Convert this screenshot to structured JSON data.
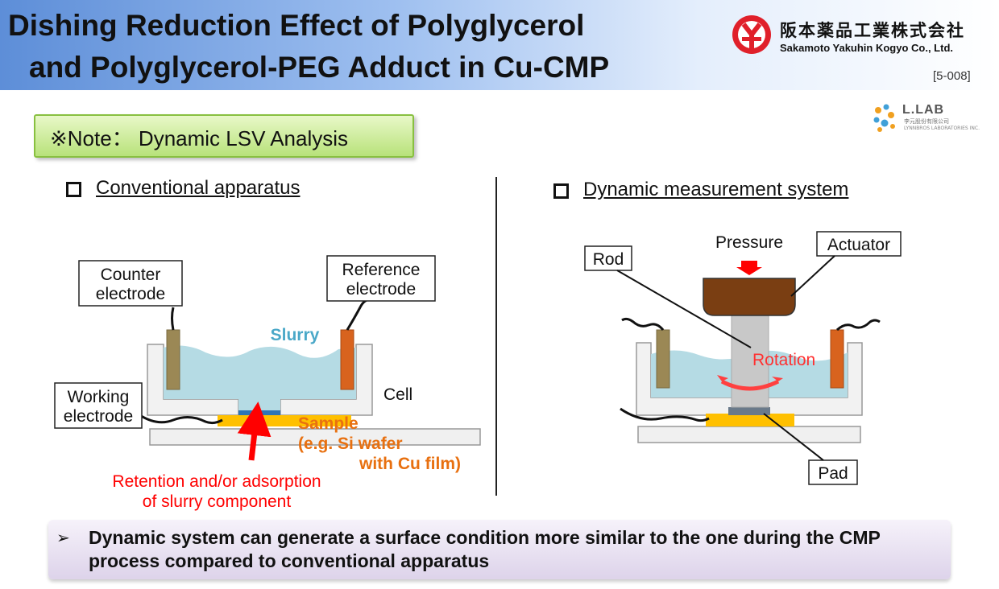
{
  "header": {
    "title_line1": "Dishing Reduction Effect of Polyglycerol",
    "title_line2": "and Polyglycerol-PEG Adduct in Cu-CMP",
    "company_jp": "阪本薬品工業株式会社",
    "company_en": "Sakamoto Yakuhin Kogyo Co., Ltd.",
    "slide_code": "[5-008]",
    "partner_logo": {
      "name": "L.LAB",
      "jp": "李元股份有限公司",
      "en": "LYNNBROS LABORATORIES INC."
    },
    "logo_mark": "sakamoto-logo-mark"
  },
  "note": {
    "label": "※Note： Dynamic LSV Analysis"
  },
  "left_panel": {
    "heading": "Conventional apparatus",
    "labels": {
      "counter_electrode_1": "Counter",
      "counter_electrode_2": "electrode",
      "reference_electrode_1": "Reference",
      "reference_electrode_2": "electrode",
      "working_electrode_1": "Working",
      "working_electrode_2": "electrode",
      "slurry": "Slurry",
      "cell": "Cell",
      "sample_1": "Sample",
      "sample_2": "(e.g. Si wafer",
      "sample_3": "with Cu film)",
      "retention_1": "Retention and/or adsorption",
      "retention_2": "of slurry component"
    }
  },
  "right_panel": {
    "heading": "Dynamic measurement system",
    "labels": {
      "pressure": "Pressure",
      "actuator": "Actuator",
      "rod": "Rod",
      "rotation": "Rotation",
      "pad": "Pad"
    }
  },
  "conclusion": {
    "bullet": "➢",
    "text": "Dynamic system can generate a surface condition more similar to the one during the CMP process compared to conventional apparatus"
  },
  "colors": {
    "slurry": "#b5dbe4",
    "slurry_label": "#4aa8c8",
    "sample": "#ffc000",
    "sample_label": "#e87010",
    "highlight_red": "#ff0000",
    "electrode_brown": "#9b8855",
    "electrode_orange": "#d8631e",
    "actuator": "#7a3e12",
    "rod_gray": "#c8c8c8"
  }
}
